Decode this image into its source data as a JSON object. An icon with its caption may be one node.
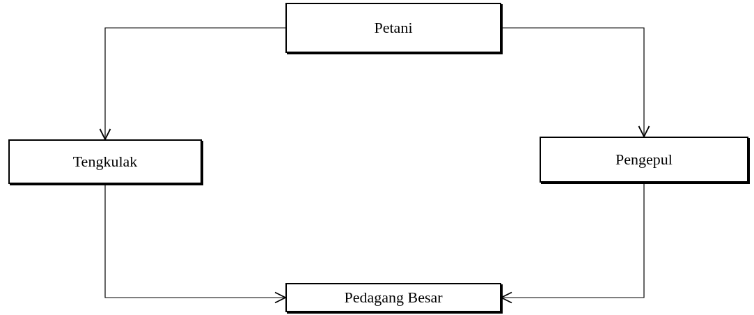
{
  "diagram": {
    "nodes": [
      {
        "text": [
          "Petani"
        ]
      },
      {
        "text": [
          "Tengkulak"
        ]
      },
      {
        "text": [
          "Pengepul"
        ]
      },
      {
        "text": [
          "Pedagang Besar"
        ]
      }
    ],
    "edges": [
      {
        "from": 0,
        "to": 1,
        "arrow": "to"
      },
      {
        "from": 0,
        "to": 2,
        "arrow": "to"
      },
      {
        "from": 1,
        "to": 3,
        "arrow": "to"
      },
      {
        "from": 2,
        "to": 3,
        "arrow": "to"
      }
    ]
  }
}
